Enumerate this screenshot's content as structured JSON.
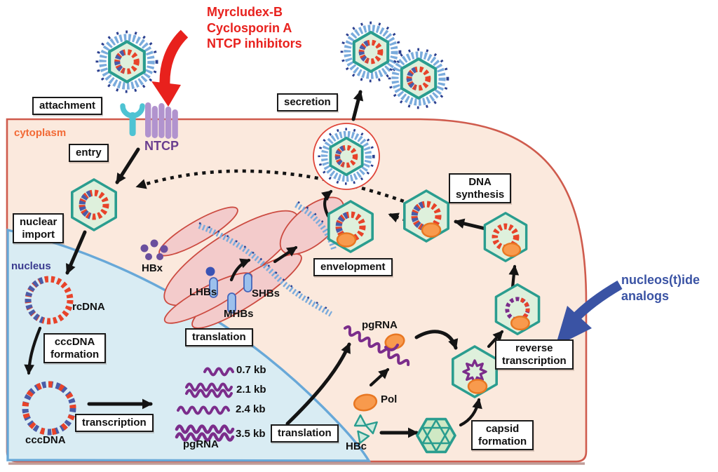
{
  "annotations": {
    "inhibitors": "Myrcludex-B\nCyclosporin A\nNTCP inhibitors",
    "analogs": "nucleos(t)ide\nanalogs"
  },
  "regions": {
    "cytoplasm": "cytoplasm",
    "nucleus": "nucleus"
  },
  "steps": {
    "attachment": "attachment",
    "entry": "entry",
    "nuclear_import": "nuclear\nimport",
    "cccdna_formation": "cccDNA\nformation",
    "transcription": "transcription",
    "translation_left": "translation",
    "translation_right": "translation",
    "secretion": "secretion",
    "envelopment": "envelopment",
    "dna_synthesis": "DNA\nsynthesis",
    "reverse_transcription": "reverse\ntranscription",
    "capsid_formation": "capsid\nformation"
  },
  "molecules": {
    "ntcp": "NTCP",
    "rcdna": "rcDNA",
    "cccdna": "cccDNA",
    "hbx": "HBx",
    "lhbs": "LHBs",
    "mhbs": "MHBs",
    "shbs": "SHBs",
    "pgrna_nuclear": "pgRNA",
    "pgrna_cytoplasmic": "pgRNA",
    "pol": "Pol",
    "hbc": "HBc"
  },
  "transcripts": [
    "0.7 kb",
    "2.1 kb",
    "2.4 kb",
    "3.5 kb"
  ],
  "icons": {
    "virion-icon": "fuzzy blue circle with teal hexagon core and red/blue DNA ring",
    "capsid-icon": "teal hexagon with light green fill",
    "empty-capsid-icon": "teal hexagon with icosahedral facet lines",
    "dna-ring-icon": "dashed red/blue circular genome",
    "rna-icon": "purple wavy line",
    "pol-icon": "orange rounded blob",
    "hbc-icon": "three small teal triangles",
    "receptor-icon": "cyan U-shaped receptor",
    "ntcp-protein-icon": "lavender transmembrane coil",
    "er-icon": "pink stacked membranes with blue spiky surface",
    "inhibitor-arrow-icon": "thick curved red arrow",
    "analog-arrow-icon": "thick curved blue arrow",
    "recycle-arrow-icon": "dotted black curved arrow"
  },
  "colors": {
    "cell_fill": "#fbe9dd",
    "cell_border": "#cf5b4d",
    "nucleus_fill": "#d9ecf3",
    "nucleus_border": "#68a8d8",
    "capsid_stroke": "#2a9d8f",
    "capsid_fill": "#def0dc",
    "dna_red": "#e8432a",
    "dna_blue": "#4a5ca8",
    "rna_purple": "#7b2d8b",
    "pol_orange": "#f89a4d",
    "envelope_blue": "#7aabdc",
    "spike_navy": "#2a3f8f",
    "er_pink": "#f3cbcb",
    "er_stroke": "#cc4b41",
    "inhibitor_red": "#e8211d",
    "analog_blue": "#3a53a4",
    "cytoplasm_orange": "#f26a36",
    "nucleus_navy": "#3a3a8f",
    "ntcp_purple": "#6a3d8f",
    "ntcp_protein": "#b193ce",
    "receptor_cyan": "#4ec3d3"
  }
}
